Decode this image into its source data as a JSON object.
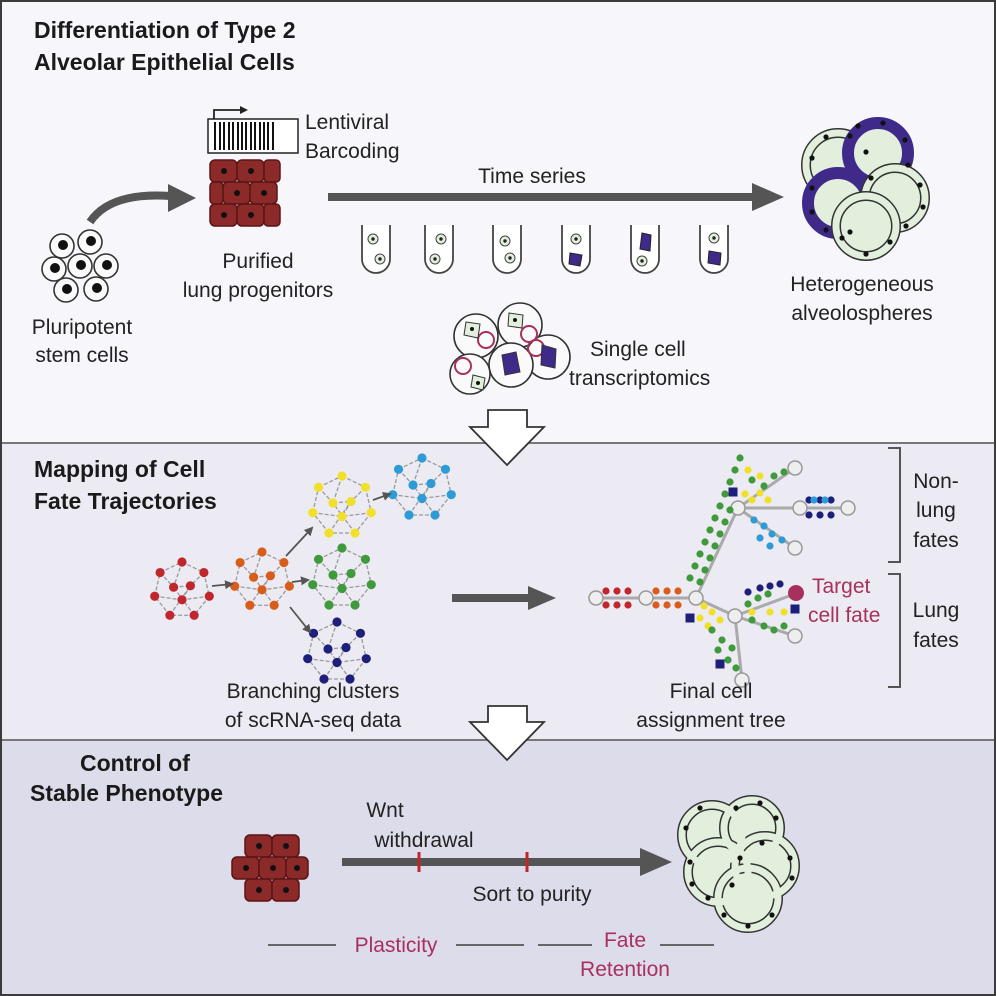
{
  "colors": {
    "panel1": "#f7f7fb",
    "panel2": "#ecebf3",
    "panel3": "#dddcea",
    "border": "#3b3b3b",
    "progenitor": "#8c2a2a",
    "accent": "#a8305f",
    "purple": "#3f2a8a",
    "pale_green": "#e2efdc",
    "arrow_gray": "#555555",
    "tree_red": "#c0272d",
    "tree_orange": "#d85d1b",
    "tree_yellow": "#f1e02a",
    "tree_green": "#3e9a3a",
    "tree_blue": "#2d9bd6",
    "tree_navy": "#1d1f7a"
  },
  "section1": {
    "title_line1": "Differentiation of Type 2",
    "title_line2": "Alveolar Epithelial Cells",
    "pluripotent_line1": "Pluripotent",
    "pluripotent_line2": "stem cells",
    "barcoding_line1": "Lentiviral",
    "barcoding_line2": "Barcoding",
    "progenitors_line1": "Purified",
    "progenitors_line2": "lung progenitors",
    "time_series": "Time series",
    "hetero_line1": "Heterogeneous",
    "hetero_line2": "alveolospheres",
    "single_cell_line1": "Single cell",
    "single_cell_line2": "transcriptomics"
  },
  "section2": {
    "title_line1": "Mapping of Cell",
    "title_line2": "Fate Trajectories",
    "branching_line1": "Branching clusters",
    "branching_line2": "of scRNA-seq data",
    "final_line1": "Final cell",
    "final_line2": "assignment tree",
    "target_line1": "Target",
    "target_line2": "cell fate",
    "nonlung_line1": "Non-",
    "nonlung_line2": "lung",
    "nonlung_line3": "fates",
    "lung_line1": "Lung",
    "lung_line2": "fates"
  },
  "section3": {
    "title_line1": "Control of",
    "title_line2": "Stable Phenotype",
    "wnt_line1": "Wnt",
    "wnt_line2": "withdrawal",
    "sort": "Sort to purity",
    "plasticity": "Plasticity",
    "fate_line1": "Fate",
    "fate_line2": "Retention"
  }
}
